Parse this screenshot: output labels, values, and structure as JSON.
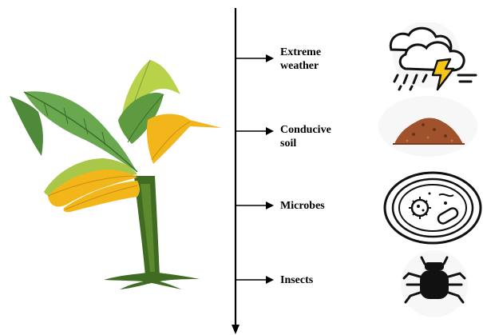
{
  "diagram": {
    "factors": [
      {
        "line1": "Extreme",
        "line2": "weather",
        "icon": "storm-cloud-icon"
      },
      {
        "line1": "Conducive",
        "line2": "soil",
        "icon": "soil-mound-icon"
      },
      {
        "line1": "Microbes",
        "line2": "",
        "icon": "petri-dish-icon"
      },
      {
        "line1": "Insects",
        "line2": "",
        "icon": "beetle-icon"
      }
    ],
    "colors": {
      "leaf_dark": "#4e8a3a",
      "leaf_mid": "#6aa84f",
      "leaf_light": "#b8d24a",
      "leaf_yellow": "#f2b61b",
      "stem": "#3f6b22",
      "soil": "#a0522d",
      "lightning": "#f5c518"
    }
  }
}
